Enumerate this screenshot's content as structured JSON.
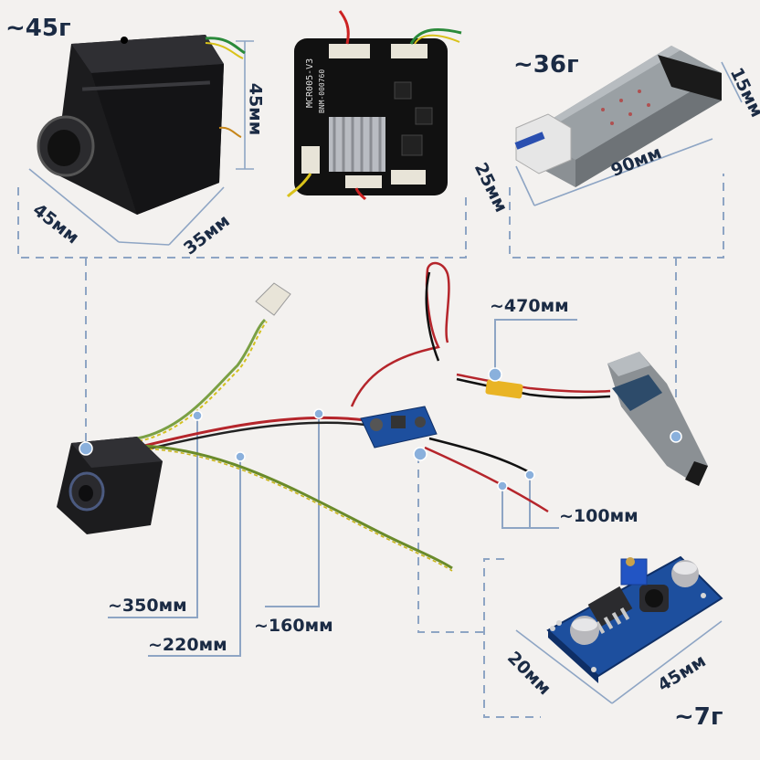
{
  "weights": {
    "camera": "~45г",
    "sfp": "~36г",
    "converter": "~7г"
  },
  "dims": {
    "camera_height": "45мм",
    "camera_width": "45мм",
    "camera_depth": "35мм",
    "sfp_length": "90мм",
    "sfp_height": "25мм",
    "sfp_width": "15мм",
    "conv_width": "20мм",
    "conv_length": "45мм"
  },
  "cables": {
    "sfp_power": "~470мм",
    "conv_out": "~100мм",
    "cam_a": "~350мм",
    "cam_b": "~220мм",
    "cam_c": "~160мм"
  },
  "board": {
    "line1": "MCR005-V3",
    "line2": "BNM-000760"
  },
  "colors": {
    "dim_line": "#8ea5c4",
    "dot": "#8ab0dc",
    "text": "#1b2b44",
    "converter_pcb": "#1d4f9e",
    "adapter_yellow": "#e9b424"
  }
}
